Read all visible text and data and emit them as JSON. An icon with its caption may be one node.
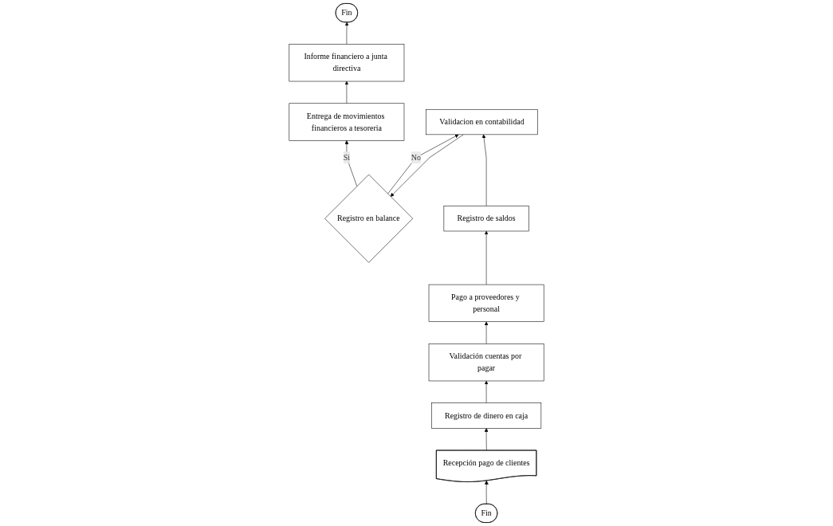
{
  "diagram": {
    "nodes": [
      {
        "text": [
          "Fin"
        ]
      },
      {
        "text": [
          "Informe financiero a junta directiva"
        ]
      },
      {
        "text": [
          "Entrega de movimientos financieros a tesoreria"
        ]
      },
      {
        "text": [
          "Registro en balance"
        ]
      },
      {
        "text": [
          "Validacion en contabilidad"
        ]
      },
      {
        "text": [
          "Fin"
        ]
      },
      {
        "text": [
          "Recepción pago de clientes"
        ]
      },
      {
        "text": [
          "Registro de dinero en caja"
        ]
      },
      {
        "text": [
          "Validación cuentas por pagar"
        ]
      },
      {
        "text": [
          "Pago a proveedores y personal"
        ]
      },
      {
        "text": [
          "Registro de saldos"
        ]
      }
    ],
    "edges": [
      {
        "from": 5,
        "to": 6,
        "arrow": "to"
      },
      {
        "from": 6,
        "to": 7,
        "arrow": "to"
      },
      {
        "from": 7,
        "to": 8,
        "arrow": "to"
      },
      {
        "from": 8,
        "to": 9,
        "arrow": "to"
      },
      {
        "from": 9,
        "to": 10,
        "arrow": "to"
      },
      {
        "from": 10,
        "to": 4,
        "arrow": "to"
      },
      {
        "from": 4,
        "to": 3,
        "arrow": "to"
      },
      {
        "from": 3,
        "to": 2,
        "arrow": "to",
        "label": "Si"
      },
      {
        "from": 2,
        "to": 1,
        "arrow": "to"
      },
      {
        "from": 1,
        "to": 0,
        "arrow": "to"
      },
      {
        "from": 3,
        "to": 4,
        "arrow": "to",
        "label": "No"
      }
    ]
  }
}
